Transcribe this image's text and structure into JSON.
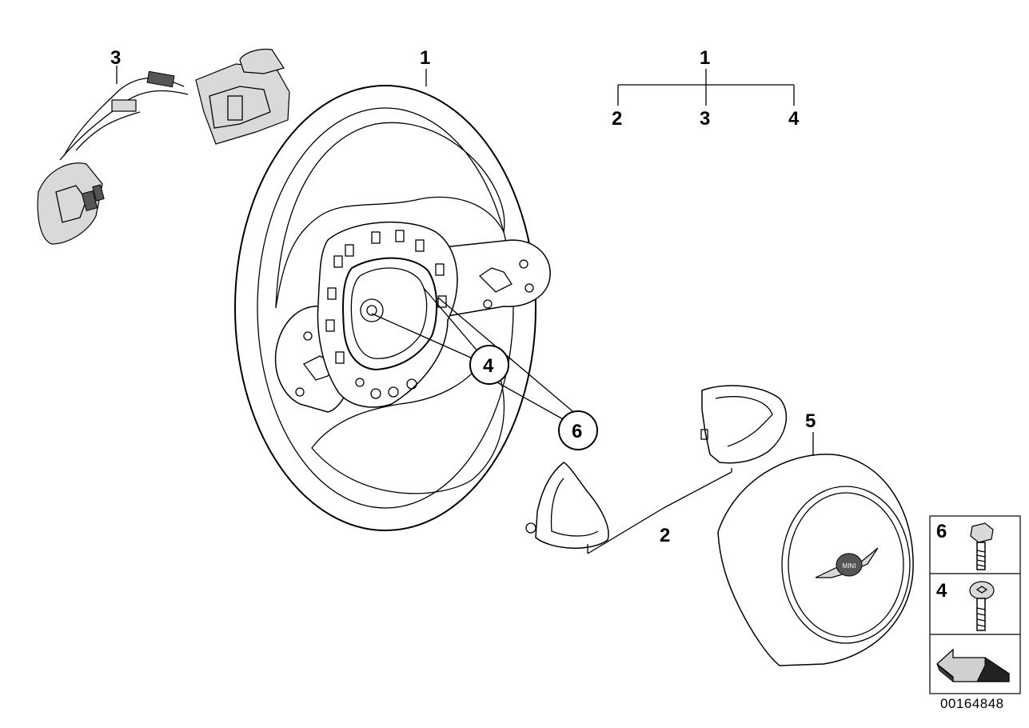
{
  "diagram": {
    "doc_number": "00164848",
    "callouts": {
      "wheel_1": "1",
      "wiring_3": "3",
      "tree_root": "1",
      "tree_child_a": "2",
      "tree_child_b": "3",
      "tree_child_c": "4",
      "circle_4": "4",
      "circle_6": "6",
      "airbag_5": "5",
      "trim_2": "2"
    },
    "legend": {
      "row_top": "6",
      "row_bottom": "4"
    },
    "logo_text": "MINI"
  }
}
